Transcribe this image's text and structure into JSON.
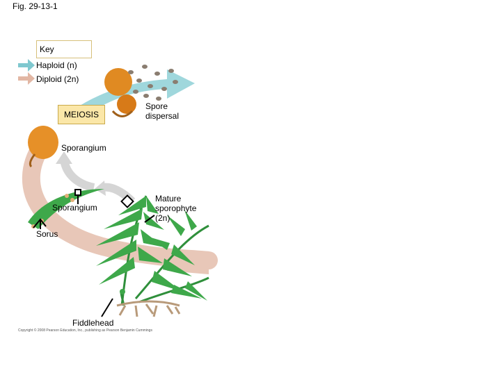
{
  "figure": {
    "title": "Fig. 29-13-1"
  },
  "key": {
    "title": "Key",
    "haploid_label": "Haploid (n)",
    "diploid_label": "Diploid (2n)",
    "haploid_color": "#7fc8cf",
    "diploid_color": "#e2b7a4"
  },
  "stages": {
    "meiosis": "MEIOSIS",
    "spore_dispersal": "Spore dispersal",
    "sporangium_top": "Sporangium",
    "sporangium_leaf": "Sporangium",
    "sorus": "Sorus",
    "mature_sporophyte": "Mature sporophyte (2n)",
    "fiddlehead": "Fiddlehead"
  },
  "copyright": "Copyright © 2008 Pearson Education, Inc., publishing as Pearson Benjamin Cummings",
  "colors": {
    "leaf_green": "#3ea84a",
    "sporangium_orange": "#e08a22",
    "spore_gray": "#8a7d70",
    "root_tan": "#b89a7a"
  }
}
